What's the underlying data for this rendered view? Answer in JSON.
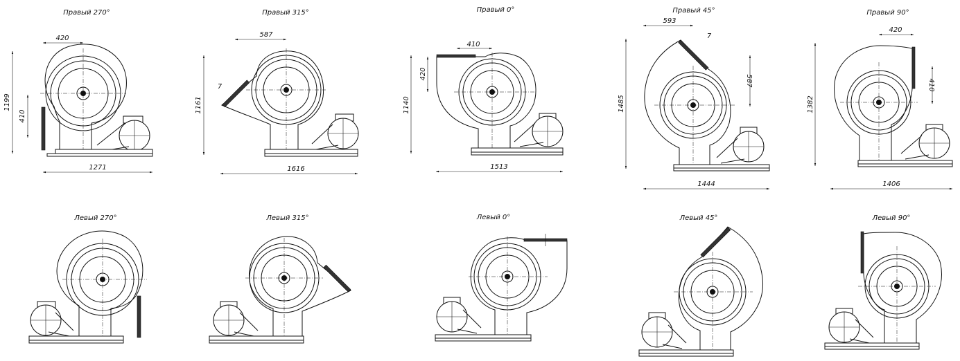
{
  "views": [
    {
      "title": "Правый 270°",
      "dims": {
        "top": "420",
        "left": "1199",
        "side": "410",
        "bottom": "1271"
      }
    },
    {
      "title": "Правый 315°",
      "dims": {
        "top": "587",
        "left": "1161",
        "gap": "7",
        "bottom": "1616"
      }
    },
    {
      "title": "Правый 0°",
      "dims": {
        "top": "410",
        "left": "1140",
        "side": "420",
        "bottom": "1513"
      }
    },
    {
      "title": "Правый 45°",
      "dims": {
        "top": "593",
        "gap": "7",
        "left": "1485",
        "side": "587",
        "bottom": "1444"
      }
    },
    {
      "title": "Правый 90°",
      "dims": {
        "top": "420",
        "left": "1382",
        "side": "410",
        "bottom": "1406"
      }
    },
    {
      "title": "Левый 270°"
    },
    {
      "title": "Левый 315°"
    },
    {
      "title": "Левый 0°"
    },
    {
      "title": "Левый 45°"
    },
    {
      "title": "Левый 90°"
    }
  ]
}
